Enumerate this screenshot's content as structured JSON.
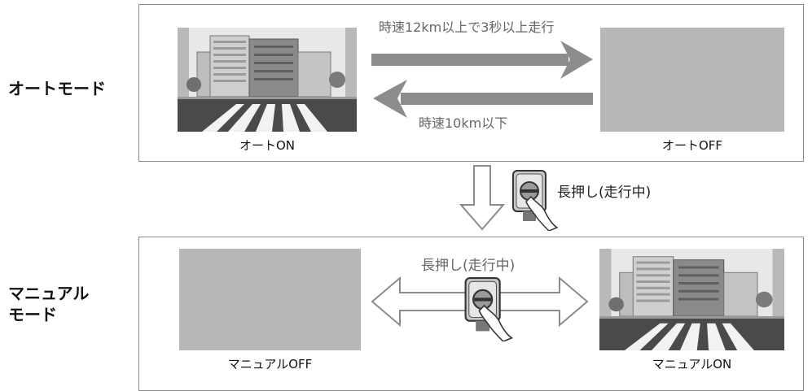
{
  "auto_mode": {
    "label": "オートモード",
    "forward_condition": "時速12km以上で3秒以上走行",
    "back_condition": "時速10km以下",
    "on_caption": "オートON",
    "off_caption": "オートOFF"
  },
  "transition": {
    "label": "長押し(走行中)"
  },
  "manual_mode": {
    "label_line1": "マニュアル",
    "label_line2": "モード",
    "toggle_label": "長押し(走行中)",
    "off_caption": "マニュアルOFF",
    "on_caption": "マニュアルON"
  },
  "colors": {
    "arrow_gray": "#8c8c8c",
    "screen_off": "#b7b7b7",
    "border": "#8c8c8c"
  }
}
